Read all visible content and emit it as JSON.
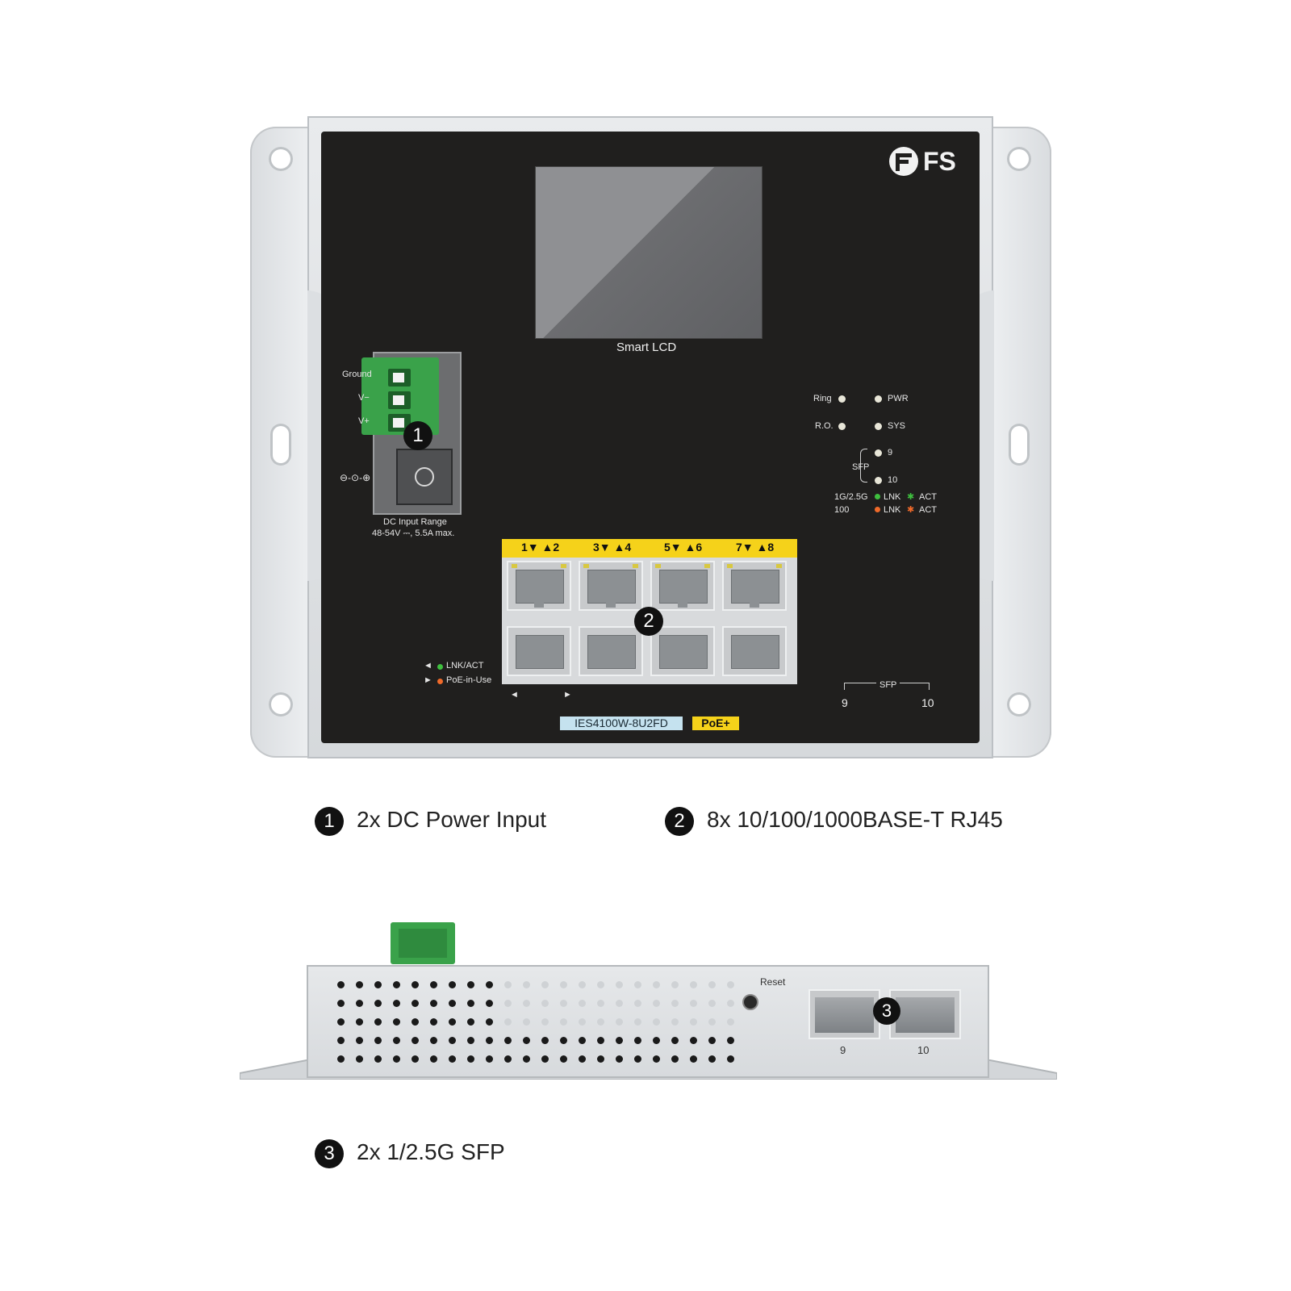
{
  "brand": {
    "logo_text": "FS"
  },
  "front": {
    "lcd_label": "Smart LCD",
    "power_labels": {
      "ground": "Ground",
      "vminus": "V−",
      "vplus": "V+",
      "dc_symbol": "⊖-⊙-⊕"
    },
    "dc_input_range_line1": "DC Input Range",
    "dc_input_range_line2": "48-54V ⎓, 5.5A max.",
    "leds": {
      "ring": "Ring",
      "pwr": "PWR",
      "ro": "R.O.",
      "sys": "SYS",
      "sfp": "SFP",
      "sfp9": "9",
      "sfp10": "10",
      "speed_1g": "1G/2.5G",
      "speed_100": "100",
      "lnk": "LNK",
      "act": "ACT"
    },
    "port_pairs": [
      "1▼ ▲2",
      "3▼ ▲4",
      "5▼ ▲6",
      "7▼ ▲8"
    ],
    "port_legend_lnk": "LNK/ACT",
    "port_legend_poe": "PoE-in-Use",
    "arrow_left": "◄",
    "arrow_right": "►",
    "sfp_bracket_label": "SFP",
    "sfp_port9": "9",
    "sfp_port10": "10",
    "model": "IES4100W-8U2FD",
    "poe_badge": "PoE+"
  },
  "callouts": {
    "c1": {
      "num": "1",
      "text": "2x DC Power Input"
    },
    "c2": {
      "num": "2",
      "text": "8x 10/100/1000BASE-T RJ45"
    },
    "c3": {
      "num": "3",
      "text": "2x 1/2.5G SFP"
    }
  },
  "side": {
    "reset_label": "Reset",
    "sfp9": "9",
    "sfp10": "10"
  },
  "colors": {
    "panel": "#201f1e",
    "port_label_bar": "#f5d21a",
    "model_badge": "#c5e2ef",
    "terminal_green": "#3aa24a"
  }
}
